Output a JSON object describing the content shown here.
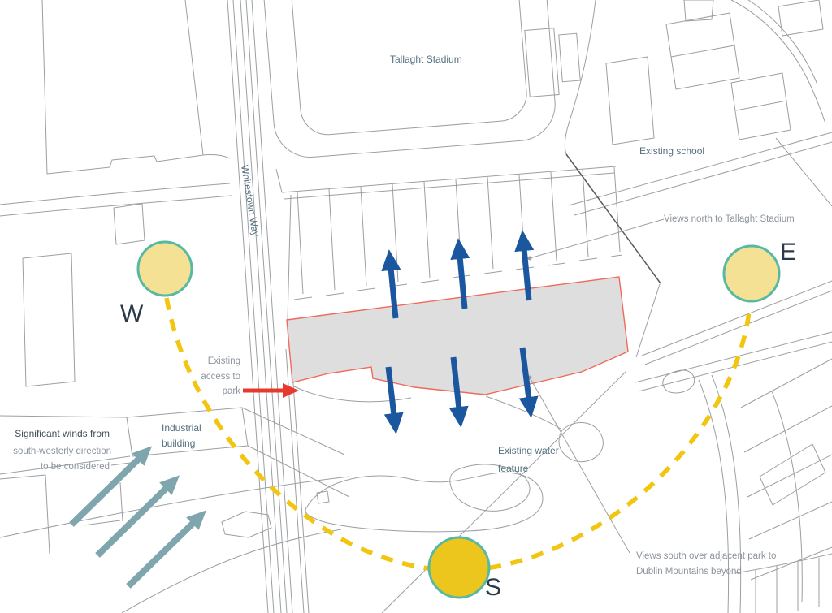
{
  "diagram": {
    "type": "site-analysis-map",
    "labels": {
      "stadium": "Tallaght Stadium",
      "school": "Existing school",
      "road": "Whitestown Way",
      "industrial_1": "Industrial",
      "industrial_2": "building",
      "water_1": "Existing water",
      "water_2": "feature"
    },
    "annotations": {
      "views_north": "Views north to Tallaght Stadium",
      "views_south_1": "Views south over adjacent park to",
      "views_south_2": "Dublin Mountains beyond",
      "access_1": "Existing",
      "access_2": "access to",
      "access_3": "park",
      "winds_1": "Significant winds from",
      "winds_2": "south-westerly direction",
      "winds_3": "to be considered"
    },
    "compass": {
      "west": "W",
      "east": "E",
      "south": "S"
    },
    "colors": {
      "map_line": "#9b9fa2",
      "map_line_dark": "#5a5a5a",
      "label_blue": "#54707e",
      "label_grey": "#8d949b",
      "label_dark": "#3f4e58",
      "compass_text": "#2b3a48",
      "sun_path": "#f2c511",
      "sun_circle_pale": "#f5e193",
      "sun_circle_bright": "#ecc51d",
      "sun_circle_stroke": "#57b8a3",
      "view_arrow": "#1a579f",
      "wind_arrow": "#7fa6ad",
      "access_arrow": "#e8392e",
      "site_fill": "#dedede",
      "site_outline": "#ef6a5a"
    }
  }
}
